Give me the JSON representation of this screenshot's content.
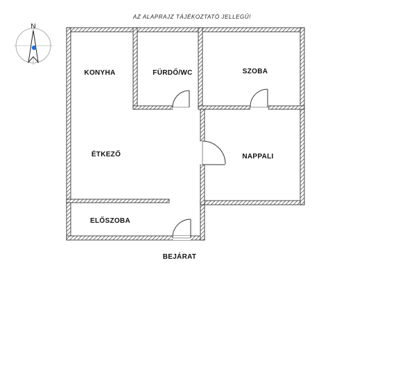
{
  "title": "AZ ALAPRAJZ TÁJÉKOZTATÓ JELLEGŰ!",
  "compass": {
    "label": "N",
    "dot_color": "#1f6fd1"
  },
  "rooms": {
    "konyha": "KONYHA",
    "furdo": "FÜRDŐ/WC",
    "szoba": "SZOBA",
    "etkezo": "ÉTKEZŐ",
    "nappali": "NAPPALI",
    "eloszoba": "ELŐSZOBA"
  },
  "entrance": "BEJÁRAT",
  "colors": {
    "wall": "#222222",
    "hatch": "#555555",
    "background": "#ffffff",
    "door": "#333333"
  }
}
